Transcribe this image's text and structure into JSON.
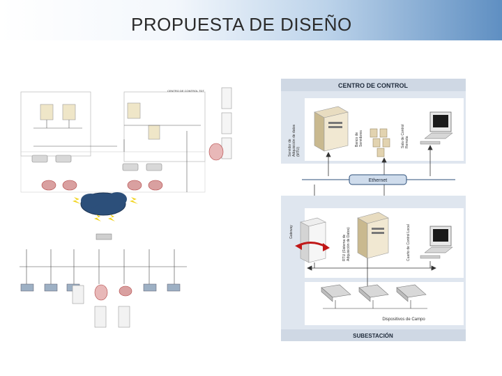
{
  "slide": {
    "title": "PROPUESTA DE DISEÑO"
  },
  "right_diagram": {
    "control_center": "CENTRO DE CONTROL",
    "data_server": "Servidor de\nAdquisición de datos\n(MTU)",
    "server_bank": "Banco de\nServidores",
    "control_room": "Sala de Control\nRemota",
    "network": "Ethernet",
    "gateway": "Gateway",
    "rtu": "RTU (Sistema de\nAdquisición de Datos)",
    "local_room": "Cuarto de Control Local",
    "field_devices": "Dispositivos de Campo",
    "substation": "SUBESTACIÓN"
  },
  "left_diagram": {
    "control_center_label": "CENTRO DE CONTROL TDT"
  }
}
